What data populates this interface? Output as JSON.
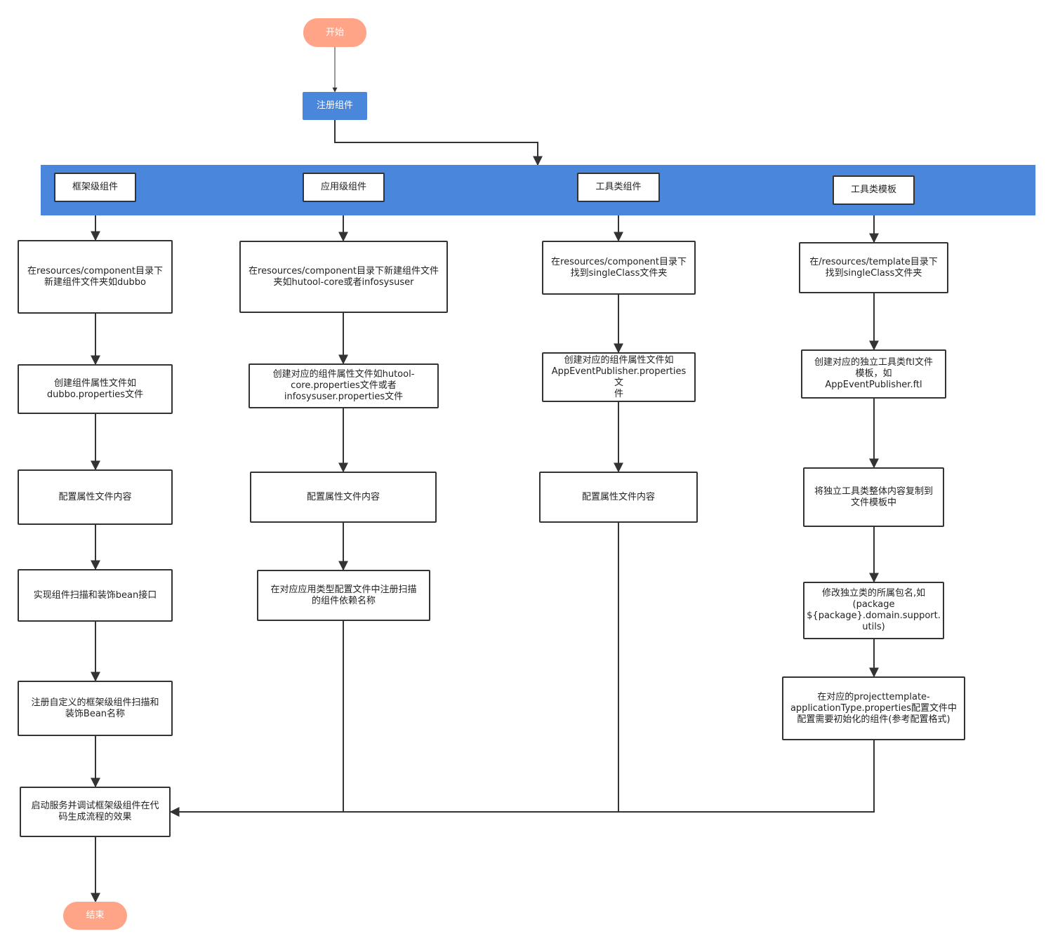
{
  "colors": {
    "band": "#4a86dc",
    "terminal": "#ffa487",
    "line": "#333333"
  },
  "nodes": {
    "start": {
      "label": "开始"
    },
    "register": {
      "label": "注册组件"
    },
    "end": {
      "label": "结束"
    },
    "c1": {
      "header": "框架级组件",
      "steps": [
        "在resources/component目录下\n新建组件文件夹如dubbo",
        "创建组件属性文件如\ndubbo.properties文件",
        "配置属性文件内容",
        "实现组件扫描和装饰bean接口",
        "注册自定义的框架级组件扫描和\n装饰Bean名称",
        "启动服务并调试框架级组件在代\n码生成流程的效果"
      ]
    },
    "c2": {
      "header": "应用级组件",
      "steps": [
        "在resources/component目录下新建组件文件\n夹如hutool-core或者infosysuser",
        "创建对应的组件属性文件如hutool-\ncore.properties文件或者\ninfosysuser.properties文件",
        "配置属性文件内容",
        "在对应应用类型配置文件中注册扫描\n的组件依赖名称"
      ]
    },
    "c3": {
      "header": "工具类组件",
      "steps": [
        "在resources/component目录下\n找到singleClass文件夹",
        "创建对应的组件属性文件如\nAppEventPublisher.properties文\n件",
        "配置属性文件内容"
      ]
    },
    "c4": {
      "header": "工具类模板",
      "steps": [
        "在/resources/template目录下\n找到singleClass文件夹",
        "创建对应的独立工具类ftl文件\n模板，如\nAppEventPublisher.ftl",
        "将独立工具类整体内容复制到\n文件模板中",
        "修改独立类的所属包名,如\n(package\n${package}.domain.support.\nutils)",
        "在对应的projecttemplate-\napplicationType.properties配置文件中\n配置需要初始化的组件(参考配置格式)"
      ]
    }
  }
}
